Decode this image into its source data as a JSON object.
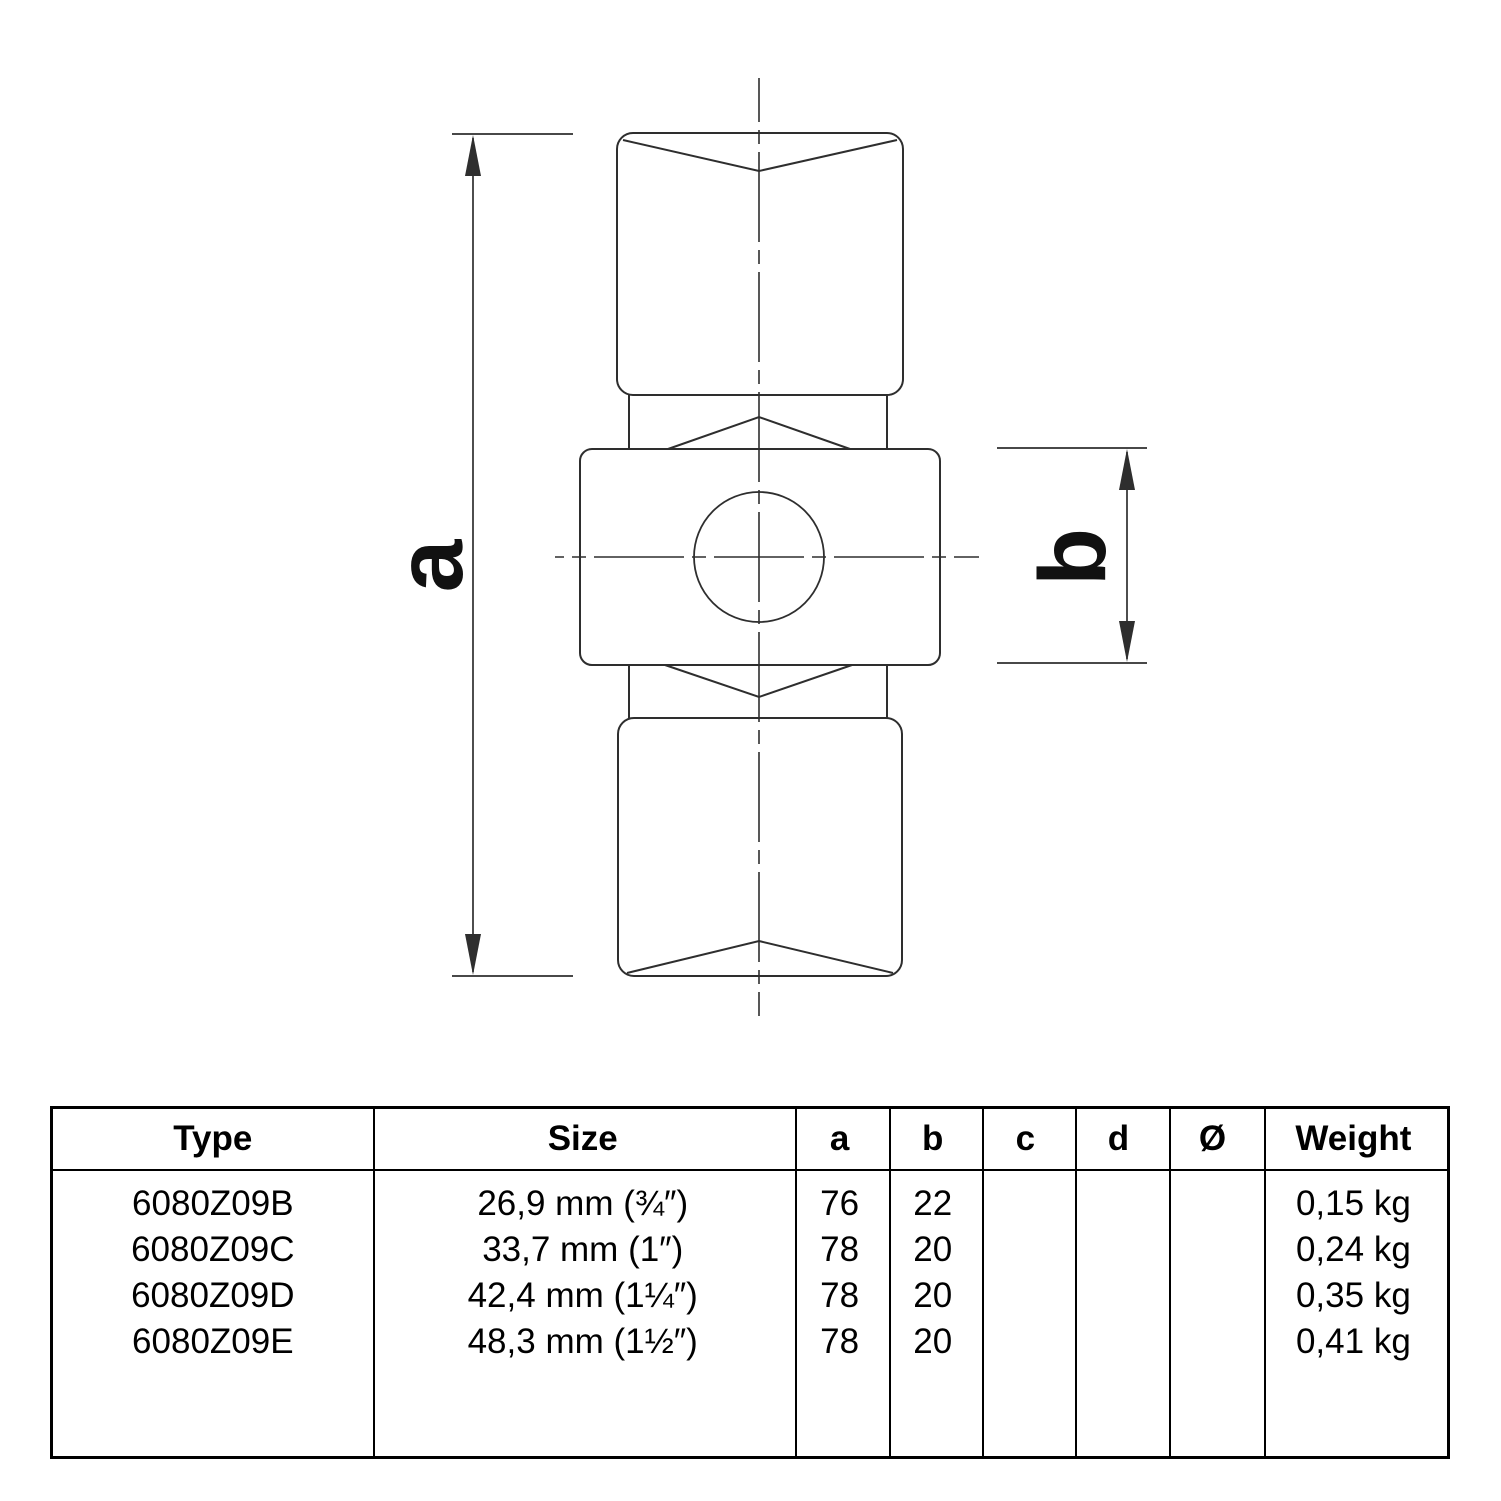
{
  "drawing": {
    "dim_a_label": "a",
    "dim_b_label": "b",
    "line_color": "#2e2e2e"
  },
  "table": {
    "headers": [
      "Type",
      "Size",
      "a",
      "b",
      "c",
      "d",
      "Ø",
      "Weight"
    ],
    "rows": [
      {
        "type": "6080Z09B",
        "size": "26,9 mm (¾″)",
        "a": "76",
        "b": "22",
        "c": "",
        "d": "",
        "diameter": "",
        "weight": "0,15 kg"
      },
      {
        "type": "6080Z09C",
        "size": "33,7 mm (1″)",
        "a": "78",
        "b": "20",
        "c": "",
        "d": "",
        "diameter": "",
        "weight": "0,24 kg"
      },
      {
        "type": "6080Z09D",
        "size": "42,4 mm (1¼″)",
        "a": "78",
        "b": "20",
        "c": "",
        "d": "",
        "diameter": "",
        "weight": "0,35 kg"
      },
      {
        "type": "6080Z09E",
        "size": "48,3 mm (1½″)",
        "a": "78",
        "b": "20",
        "c": "",
        "d": "",
        "diameter": "",
        "weight": "0,41 kg"
      }
    ]
  }
}
